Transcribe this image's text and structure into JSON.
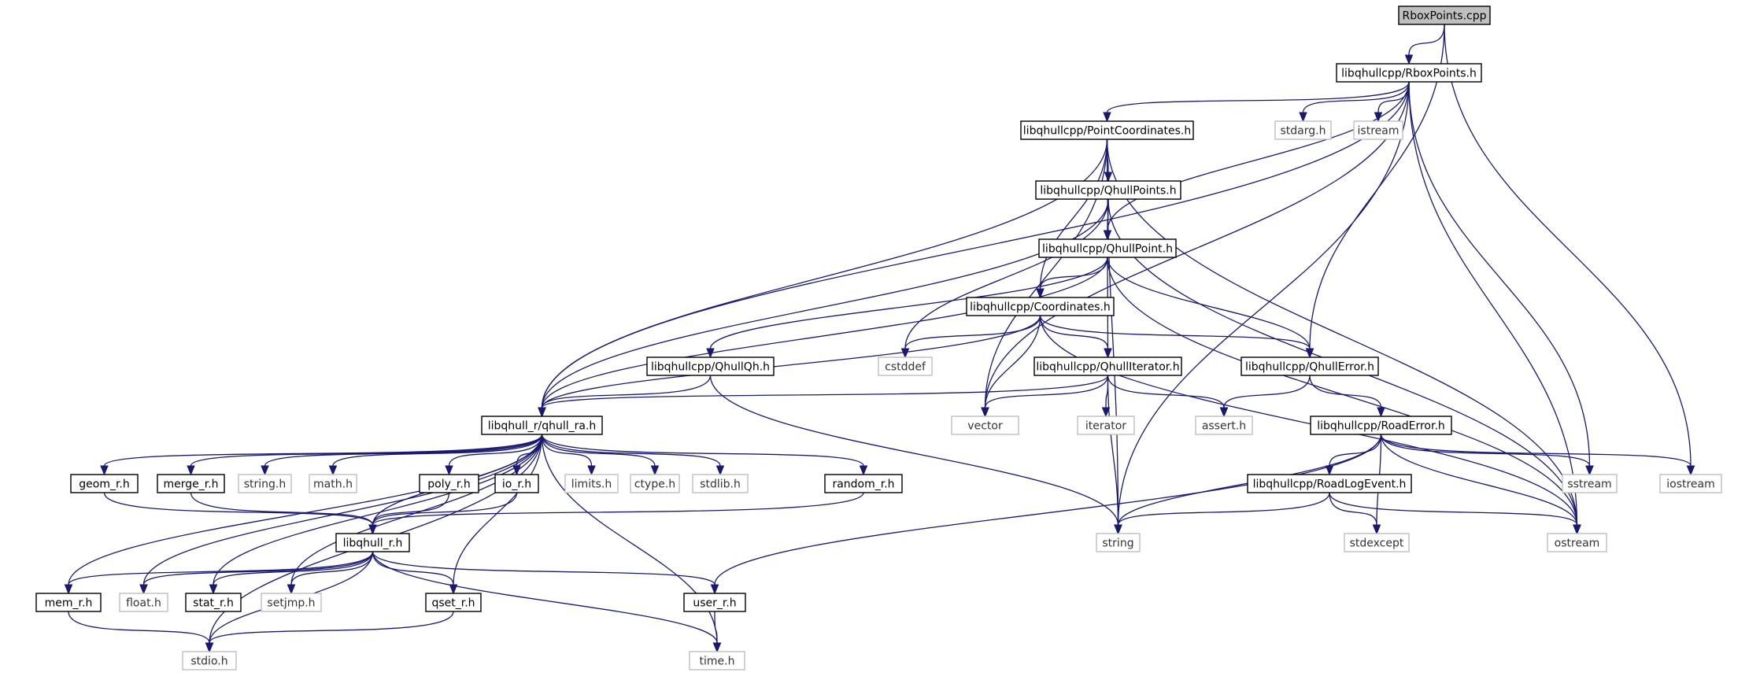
{
  "title": "RboxPoints.cpp",
  "colors": {
    "edge": "#191970",
    "local_border": "#000000",
    "external_border": "#bfbfbf",
    "root_fill": "#bfbfbf",
    "background": "#ffffff"
  },
  "nodes": [
    {
      "id": "rboxpoints_cpp",
      "label": "RboxPoints.cpp",
      "kind": "root"
    },
    {
      "id": "rboxpoints_h",
      "label": "libqhullcpp/RboxPoints.h",
      "kind": "local"
    },
    {
      "id": "pointcoordinates_h",
      "label": "libqhullcpp/PointCoordinates.h",
      "kind": "local"
    },
    {
      "id": "stdarg_h",
      "label": "stdarg.h",
      "kind": "external"
    },
    {
      "id": "istream",
      "label": "istream",
      "kind": "external"
    },
    {
      "id": "qhullpoints_h",
      "label": "libqhullcpp/QhullPoints.h",
      "kind": "local"
    },
    {
      "id": "qhullpoint_h",
      "label": "libqhullcpp/QhullPoint.h",
      "kind": "local"
    },
    {
      "id": "coordinates_h",
      "label": "libqhullcpp/Coordinates.h",
      "kind": "local"
    },
    {
      "id": "qhullqh_h",
      "label": "libqhullcpp/QhullQh.h",
      "kind": "local"
    },
    {
      "id": "cstddef",
      "label": "cstddef",
      "kind": "external"
    },
    {
      "id": "qhulliterator_h",
      "label": "libqhullcpp/QhullIterator.h",
      "kind": "local"
    },
    {
      "id": "qhullerror_h",
      "label": "libqhullcpp/QhullError.h",
      "kind": "local"
    },
    {
      "id": "qhull_ra_h",
      "label": "libqhull_r/qhull_ra.h",
      "kind": "local"
    },
    {
      "id": "vector",
      "label": "vector",
      "kind": "external"
    },
    {
      "id": "iterator",
      "label": "iterator",
      "kind": "external"
    },
    {
      "id": "assert_h",
      "label": "assert.h",
      "kind": "external"
    },
    {
      "id": "roaderror_h",
      "label": "libqhullcpp/RoadError.h",
      "kind": "local"
    },
    {
      "id": "geom_r_h",
      "label": "geom_r.h",
      "kind": "local"
    },
    {
      "id": "merge_r_h",
      "label": "merge_r.h",
      "kind": "local"
    },
    {
      "id": "string_h",
      "label": "string.h",
      "kind": "external"
    },
    {
      "id": "math_h",
      "label": "math.h",
      "kind": "external"
    },
    {
      "id": "poly_r_h",
      "label": "poly_r.h",
      "kind": "local"
    },
    {
      "id": "io_r_h",
      "label": "io_r.h",
      "kind": "local"
    },
    {
      "id": "limits_h",
      "label": "limits.h",
      "kind": "external"
    },
    {
      "id": "ctype_h",
      "label": "ctype.h",
      "kind": "external"
    },
    {
      "id": "stdlib_h",
      "label": "stdlib.h",
      "kind": "external"
    },
    {
      "id": "random_r_h",
      "label": "random_r.h",
      "kind": "local"
    },
    {
      "id": "roadlogevent_h",
      "label": "libqhullcpp/RoadLogEvent.h",
      "kind": "local"
    },
    {
      "id": "sstream",
      "label": "sstream",
      "kind": "external"
    },
    {
      "id": "iostream",
      "label": "iostream",
      "kind": "external"
    },
    {
      "id": "libqhull_r_h",
      "label": "libqhull_r.h",
      "kind": "local"
    },
    {
      "id": "string",
      "label": "string",
      "kind": "external"
    },
    {
      "id": "stdexcept",
      "label": "stdexcept",
      "kind": "external"
    },
    {
      "id": "ostream",
      "label": "ostream",
      "kind": "external"
    },
    {
      "id": "mem_r_h",
      "label": "mem_r.h",
      "kind": "local"
    },
    {
      "id": "float_h",
      "label": "float.h",
      "kind": "external"
    },
    {
      "id": "stat_r_h",
      "label": "stat_r.h",
      "kind": "local"
    },
    {
      "id": "setjmp_h",
      "label": "setjmp.h",
      "kind": "external"
    },
    {
      "id": "qset_r_h",
      "label": "qset_r.h",
      "kind": "local"
    },
    {
      "id": "user_r_h",
      "label": "user_r.h",
      "kind": "local"
    },
    {
      "id": "stdio_h",
      "label": "stdio.h",
      "kind": "external"
    },
    {
      "id": "time_h",
      "label": "time.h",
      "kind": "external"
    }
  ],
  "edges": [
    [
      "rboxpoints_cpp",
      "rboxpoints_h"
    ],
    [
      "rboxpoints_cpp",
      "qhullerror_h"
    ],
    [
      "rboxpoints_cpp",
      "iostream"
    ],
    [
      "rboxpoints_h",
      "pointcoordinates_h"
    ],
    [
      "rboxpoints_h",
      "stdarg_h"
    ],
    [
      "rboxpoints_h",
      "istream"
    ],
    [
      "rboxpoints_h",
      "qhullpoint_h"
    ],
    [
      "rboxpoints_h",
      "qhull_ra_h"
    ],
    [
      "rboxpoints_h",
      "vector"
    ],
    [
      "rboxpoints_h",
      "string"
    ],
    [
      "rboxpoints_h",
      "sstream"
    ],
    [
      "rboxpoints_h",
      "ostream"
    ],
    [
      "pointcoordinates_h",
      "qhullpoints_h"
    ],
    [
      "pointcoordinates_h",
      "coordinates_h"
    ],
    [
      "pointcoordinates_h",
      "qhull_ra_h"
    ],
    [
      "pointcoordinates_h",
      "vector"
    ],
    [
      "pointcoordinates_h",
      "string"
    ],
    [
      "pointcoordinates_h",
      "ostream"
    ],
    [
      "qhullpoints_h",
      "qhullpoint_h"
    ],
    [
      "qhullpoints_h",
      "qhull_ra_h"
    ],
    [
      "qhullpoints_h",
      "cstddef"
    ],
    [
      "qhullpoints_h",
      "ostream"
    ],
    [
      "qhullpoint_h",
      "coordinates_h"
    ],
    [
      "qhullpoint_h",
      "qhulliterator_h"
    ],
    [
      "qhullpoint_h",
      "qhullerror_h"
    ],
    [
      "qhullpoint_h",
      "qhull_ra_h"
    ],
    [
      "qhullpoint_h",
      "qhullqh_h"
    ],
    [
      "qhullpoint_h",
      "ostream"
    ],
    [
      "coordinates_h",
      "qhullerror_h"
    ],
    [
      "coordinates_h",
      "qhulliterator_h"
    ],
    [
      "coordinates_h",
      "cstddef"
    ],
    [
      "coordinates_h",
      "qhull_ra_h"
    ],
    [
      "coordinates_h",
      "vector"
    ],
    [
      "coordinates_h",
      "ostream"
    ],
    [
      "qhullqh_h",
      "qhull_ra_h"
    ],
    [
      "qhullqh_h",
      "string"
    ],
    [
      "qhulliterator_h",
      "qhull_ra_h"
    ],
    [
      "qhulliterator_h",
      "assert_h"
    ],
    [
      "qhulliterator_h",
      "iterator"
    ],
    [
      "qhulliterator_h",
      "string"
    ],
    [
      "qhulliterator_h",
      "vector"
    ],
    [
      "qhullerror_h",
      "roaderror_h"
    ],
    [
      "qhullerror_h",
      "assert_h"
    ],
    [
      "roaderror_h",
      "roadlogevent_h"
    ],
    [
      "roaderror_h",
      "user_r_h"
    ],
    [
      "roaderror_h",
      "sstream"
    ],
    [
      "roaderror_h",
      "iostream"
    ],
    [
      "roaderror_h",
      "string"
    ],
    [
      "roaderror_h",
      "stdexcept"
    ],
    [
      "roaderror_h",
      "ostream"
    ],
    [
      "roadlogevent_h",
      "stdexcept"
    ],
    [
      "roadlogevent_h",
      "string"
    ],
    [
      "roadlogevent_h",
      "ostream"
    ],
    [
      "qhull_ra_h",
      "libqhull_r_h"
    ],
    [
      "qhull_ra_h",
      "geom_r_h"
    ],
    [
      "qhull_ra_h",
      "merge_r_h"
    ],
    [
      "qhull_ra_h",
      "string_h"
    ],
    [
      "qhull_ra_h",
      "math_h"
    ],
    [
      "qhull_ra_h",
      "poly_r_h"
    ],
    [
      "qhull_ra_h",
      "io_r_h"
    ],
    [
      "qhull_ra_h",
      "limits_h"
    ],
    [
      "qhull_ra_h",
      "ctype_h"
    ],
    [
      "qhull_ra_h",
      "stdlib_h"
    ],
    [
      "qhull_ra_h",
      "random_r_h"
    ],
    [
      "qhull_ra_h",
      "mem_r_h"
    ],
    [
      "qhull_ra_h",
      "float_h"
    ],
    [
      "qhull_ra_h",
      "stat_r_h"
    ],
    [
      "qhull_ra_h",
      "setjmp_h"
    ],
    [
      "qhull_ra_h",
      "qset_r_h"
    ],
    [
      "qhull_ra_h",
      "stdio_h"
    ],
    [
      "qhull_ra_h",
      "time_h"
    ],
    [
      "geom_r_h",
      "libqhull_r_h"
    ],
    [
      "merge_r_h",
      "libqhull_r_h"
    ],
    [
      "poly_r_h",
      "libqhull_r_h"
    ],
    [
      "io_r_h",
      "libqhull_r_h"
    ],
    [
      "random_r_h",
      "libqhull_r_h"
    ],
    [
      "libqhull_r_h",
      "user_r_h"
    ],
    [
      "libqhull_r_h",
      "mem_r_h"
    ],
    [
      "libqhull_r_h",
      "float_h"
    ],
    [
      "libqhull_r_h",
      "stat_r_h"
    ],
    [
      "libqhull_r_h",
      "setjmp_h"
    ],
    [
      "libqhull_r_h",
      "qset_r_h"
    ],
    [
      "libqhull_r_h",
      "stdio_h"
    ],
    [
      "libqhull_r_h",
      "time_h"
    ],
    [
      "mem_r_h",
      "stdio_h"
    ],
    [
      "qset_r_h",
      "stdio_h"
    ],
    [
      "user_r_h",
      "time_h"
    ]
  ]
}
